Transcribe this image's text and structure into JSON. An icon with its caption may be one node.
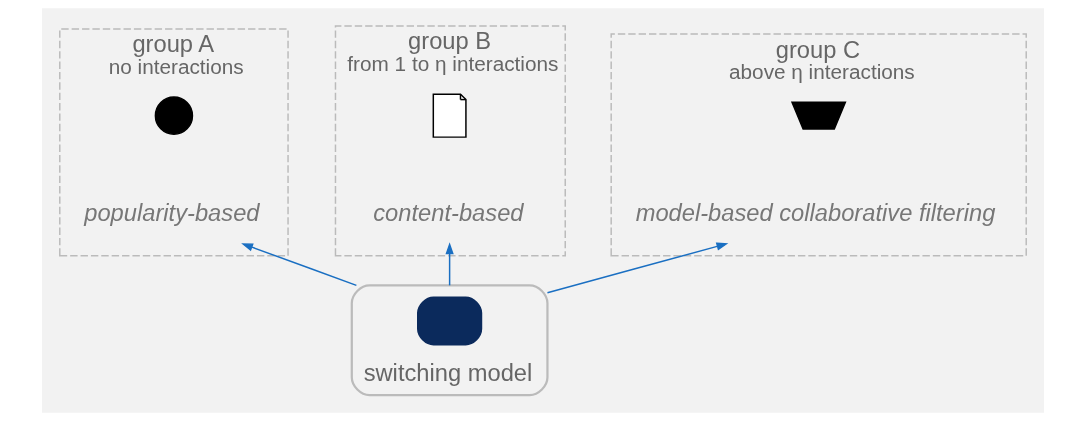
{
  "diagram": {
    "nodes": [
      {
        "text": [
          "group A",
          "no interactions"
        ]
      },
      {
        "text": [],
        "shape": "circle",
        "in": 0
      },
      {
        "text": [
          "popularity-based"
        ],
        "in": 0
      },
      {
        "text": [
          "group B",
          "from 1 to η interactions"
        ]
      },
      {
        "text": [],
        "shape": "document",
        "in": 3
      },
      {
        "text": [
          "content-based"
        ],
        "in": 3
      },
      {
        "text": [
          "group C",
          "above η interactions"
        ]
      },
      {
        "text": [],
        "shape": "mask",
        "in": 6
      },
      {
        "text": [
          "model-based collaborative filtering"
        ],
        "in": 6
      },
      {
        "text": [
          "switching model"
        ]
      },
      {
        "text": [],
        "shape": "box",
        "in": 9
      }
    ],
    "edges": [
      {
        "from": 9,
        "to": 2,
        "arrow": "to"
      },
      {
        "from": 9,
        "to": 5,
        "arrow": "to"
      },
      {
        "from": 9,
        "to": 8,
        "arrow": "to"
      }
    ]
  }
}
